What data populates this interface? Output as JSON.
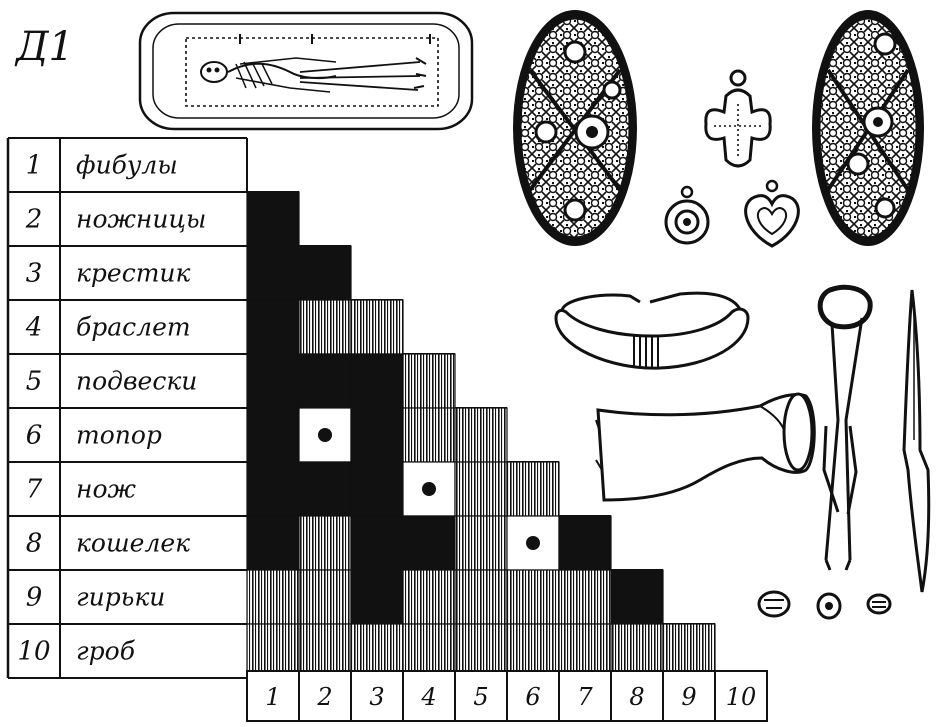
{
  "heading": "Д1",
  "rows": [
    {
      "num": "1",
      "label": "фибулы"
    },
    {
      "num": "2",
      "label": "ножницы"
    },
    {
      "num": "3",
      "label": "крестик"
    },
    {
      "num": "4",
      "label": "браслет"
    },
    {
      "num": "5",
      "label": "подвески"
    },
    {
      "num": "6",
      "label": "топор"
    },
    {
      "num": "7",
      "label": "нож"
    },
    {
      "num": "8",
      "label": "кошелек"
    },
    {
      "num": "9",
      "label": "гирьки"
    },
    {
      "num": "10",
      "label": "гроб"
    }
  ],
  "columns": [
    "1",
    "2",
    "3",
    "4",
    "5",
    "6",
    "7",
    "8",
    "9",
    "10"
  ],
  "matrix_cells": [
    {
      "row": 2,
      "col": 1,
      "fill": "solid"
    },
    {
      "row": 3,
      "col": 1,
      "fill": "solid"
    },
    {
      "row": 3,
      "col": 2,
      "fill": "solid"
    },
    {
      "row": 4,
      "col": 1,
      "fill": "solid"
    },
    {
      "row": 4,
      "col": 2,
      "fill": "hatched"
    },
    {
      "row": 4,
      "col": 3,
      "fill": "hatched"
    },
    {
      "row": 5,
      "col": 1,
      "fill": "solid"
    },
    {
      "row": 5,
      "col": 2,
      "fill": "solid"
    },
    {
      "row": 5,
      "col": 3,
      "fill": "solid"
    },
    {
      "row": 5,
      "col": 4,
      "fill": "hatched"
    },
    {
      "row": 6,
      "col": 1,
      "fill": "solid"
    },
    {
      "row": 6,
      "col": 2,
      "fill": "dot"
    },
    {
      "row": 6,
      "col": 3,
      "fill": "solid"
    },
    {
      "row": 6,
      "col": 4,
      "fill": "hatched"
    },
    {
      "row": 6,
      "col": 5,
      "fill": "hatched"
    },
    {
      "row": 7,
      "col": 1,
      "fill": "solid"
    },
    {
      "row": 7,
      "col": 2,
      "fill": "solid"
    },
    {
      "row": 7,
      "col": 3,
      "fill": "solid"
    },
    {
      "row": 7,
      "col": 4,
      "fill": "dot"
    },
    {
      "row": 7,
      "col": 5,
      "fill": "hatched"
    },
    {
      "row": 7,
      "col": 6,
      "fill": "hatched"
    },
    {
      "row": 8,
      "col": 1,
      "fill": "solid"
    },
    {
      "row": 8,
      "col": 2,
      "fill": "hatched"
    },
    {
      "row": 8,
      "col": 3,
      "fill": "solid"
    },
    {
      "row": 8,
      "col": 4,
      "fill": "solid"
    },
    {
      "row": 8,
      "col": 5,
      "fill": "hatched"
    },
    {
      "row": 8,
      "col": 6,
      "fill": "dot"
    },
    {
      "row": 8,
      "col": 7,
      "fill": "solid"
    },
    {
      "row": 9,
      "col": 1,
      "fill": "hatched"
    },
    {
      "row": 9,
      "col": 2,
      "fill": "hatched"
    },
    {
      "row": 9,
      "col": 3,
      "fill": "solid"
    },
    {
      "row": 9,
      "col": 4,
      "fill": "hatched"
    },
    {
      "row": 9,
      "col": 5,
      "fill": "hatched"
    },
    {
      "row": 9,
      "col": 6,
      "fill": "hatched"
    },
    {
      "row": 9,
      "col": 7,
      "fill": "hatched"
    },
    {
      "row": 9,
      "col": 8,
      "fill": "solid"
    },
    {
      "row": 10,
      "col": 1,
      "fill": "hatched"
    },
    {
      "row": 10,
      "col": 2,
      "fill": "hatched"
    },
    {
      "row": 10,
      "col": 3,
      "fill": "hatched"
    },
    {
      "row": 10,
      "col": 4,
      "fill": "hatched"
    },
    {
      "row": 10,
      "col": 5,
      "fill": "hatched"
    },
    {
      "row": 10,
      "col": 6,
      "fill": "hatched"
    },
    {
      "row": 10,
      "col": 7,
      "fill": "hatched"
    },
    {
      "row": 10,
      "col": 8,
      "fill": "hatched"
    },
    {
      "row": 10,
      "col": 9,
      "fill": "hatched"
    }
  ],
  "colors": {
    "ink": "#111111",
    "paper": "#ffffff"
  },
  "illustrations": [
    "burial-plan",
    "oval-brooch-left",
    "cross-pendant",
    "round-pendant",
    "heart-pendant",
    "oval-brooch-right",
    "bracelet",
    "axe-head",
    "shears",
    "knife",
    "weights"
  ]
}
